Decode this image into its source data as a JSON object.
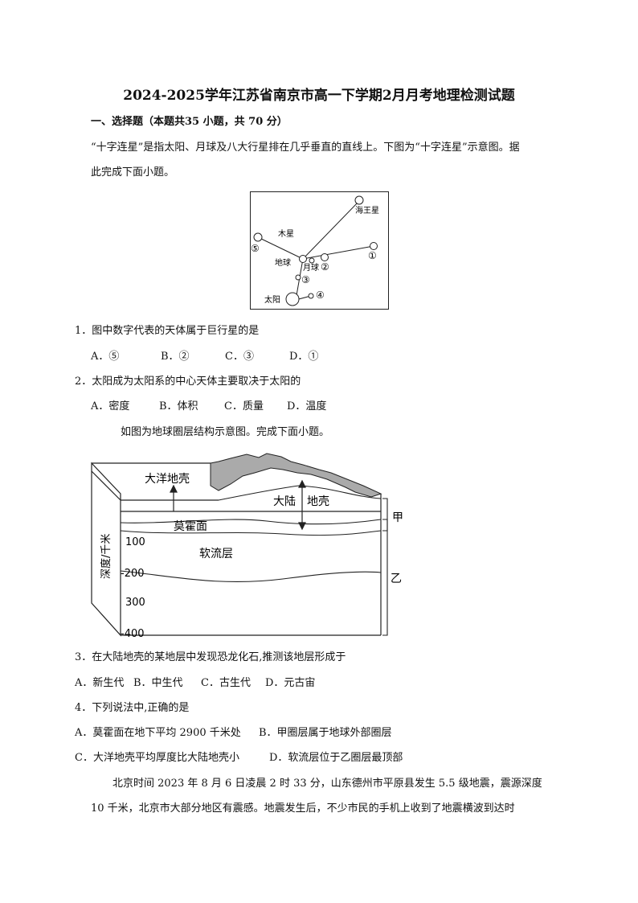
{
  "title": "2024-2025学年江苏省南京市高一下学期2月月考地理检测试题",
  "section1": "一、选择题（本题共35 小题，共 70 分）",
  "intro1": {
    "line1": "“十字连星”是指太阳、月球及八大行星排在几乎垂直的直线上。下图为“十字连星”示意图。据",
    "line2": "此完成下面小题。"
  },
  "fig1": {
    "neptune": "海王星",
    "jupiter": "木星",
    "earth": "地球",
    "moon": "月球",
    "sun": "太阳",
    "n1": "①",
    "n2": "②",
    "n3": "③",
    "n4": "④",
    "n5": "⑤"
  },
  "q1": {
    "stem": "1．图中数字代表的天体属于巨行星的是",
    "a": "A．⑤",
    "b": "B．②",
    "c": "C．③",
    "d": "D．①"
  },
  "q2": {
    "stem": "2．太阳成为太阳系的中心天体主要取决于太阳的",
    "a": "A．密度",
    "b": "B．体积",
    "c": "C．质量",
    "d": "D．温度"
  },
  "intro2": "如图为地球圈层结构示意图。完成下面小题。",
  "fig2": {
    "ocean_crust": "大洋地壳",
    "continent": "大陆",
    "crust": "地壳",
    "moho": "莫霍面",
    "asthenosphere": "软流层",
    "jia": "甲",
    "yi": "乙",
    "depth_axis": "深度/千米",
    "d100": "100",
    "d200": "-200",
    "d300": "300",
    "d400": "-400"
  },
  "q3": {
    "stem": "3．在大陆地壳的某地层中发现恐龙化石,推测该地层形成于",
    "a": "A．新生代",
    "b": "B．中生代",
    "c": "C．古生代",
    "d": "D．元古宙"
  },
  "q4": {
    "stem": "4．下列说法中,正确的是",
    "a": "A．莫霍面在地下平均 2900 千米处",
    "b": "B．甲圈层属于地球外部圈层",
    "c": "C．大洋地壳平均厚度比大陆地壳小",
    "d": "D．软流层位于乙圈层最顶部"
  },
  "intro3": {
    "line1": "北京时间 2023 年 8 月 6 日凌晨 2 时 33 分，山东德州市平原县发生 5.5 级地震，震源深度",
    "line2": "10 千米，北京市大部分地区有震感。地震发生后，不少市民的手机上收到了地震横波到达时"
  }
}
